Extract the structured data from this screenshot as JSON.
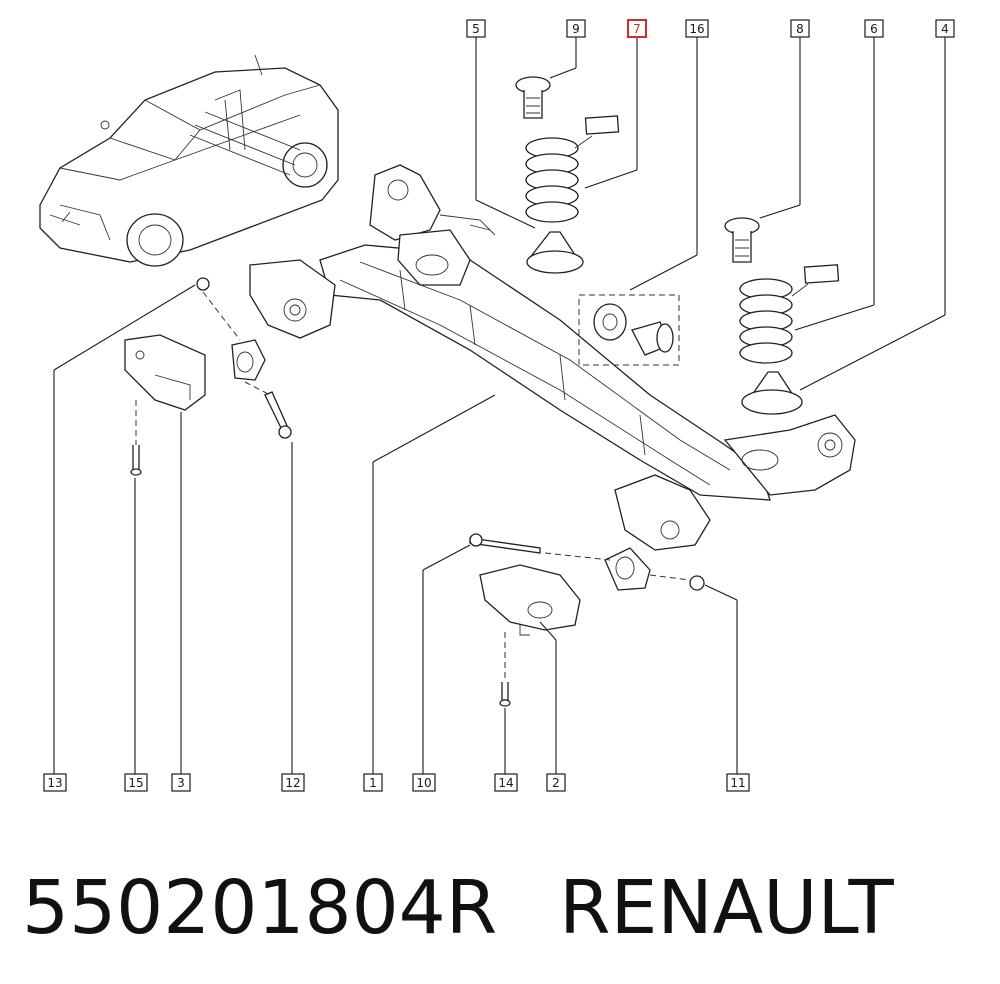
{
  "diagram": {
    "highlight_color": "#d42a2a",
    "callouts": [
      {
        "id": "c5",
        "label": "5"
      },
      {
        "id": "c9",
        "label": "9"
      },
      {
        "id": "c7",
        "label": "7",
        "highlighted": true
      },
      {
        "id": "c16",
        "label": "16"
      },
      {
        "id": "c8",
        "label": "8"
      },
      {
        "id": "c6",
        "label": "6"
      },
      {
        "id": "c4",
        "label": "4"
      },
      {
        "id": "c13",
        "label": "13"
      },
      {
        "id": "c15",
        "label": "15"
      },
      {
        "id": "c3",
        "label": "3"
      },
      {
        "id": "c12",
        "label": "12"
      },
      {
        "id": "c1",
        "label": "1"
      },
      {
        "id": "c10",
        "label": "10"
      },
      {
        "id": "c14",
        "label": "14"
      },
      {
        "id": "c2",
        "label": "2"
      },
      {
        "id": "c11",
        "label": "11"
      }
    ]
  },
  "footer": {
    "part_number": "550201804R",
    "brand": "RENAULT"
  }
}
